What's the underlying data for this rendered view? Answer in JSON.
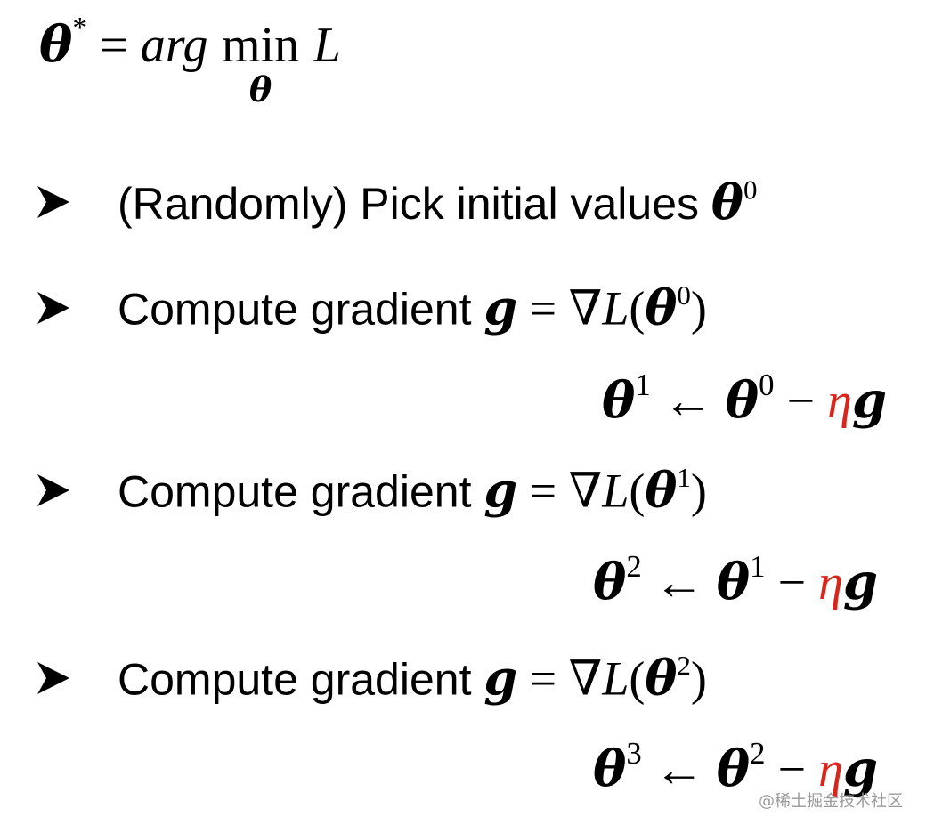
{
  "objective": {
    "theta": "θ",
    "star": "*",
    "equals": " = ",
    "arg": "arg",
    "min": "min",
    "min_sub": "θ",
    "loss": "L"
  },
  "steps": [
    {
      "label": "(Randomly) Pick initial values ",
      "theta": "θ",
      "superscript": "0"
    },
    {
      "label": "Compute gradient ",
      "g": "g",
      "equals": " = ",
      "nabla": "∇",
      "loss": "L",
      "open_paren": "(",
      "theta": "θ",
      "superscript": "0",
      "close_paren": ")"
    },
    {
      "label": "Compute gradient ",
      "g": "g",
      "equals": " = ",
      "nabla": "∇",
      "loss": "L",
      "open_paren": "(",
      "theta": "θ",
      "superscript": "1",
      "close_paren": ")"
    },
    {
      "label": "Compute gradient ",
      "g": "g",
      "equals": " = ",
      "nabla": "∇",
      "loss": "L",
      "open_paren": "(",
      "theta": "θ",
      "superscript": "2",
      "close_paren": ")"
    }
  ],
  "updates": [
    {
      "lhs_theta": "θ",
      "lhs_sup": "1",
      "arrow": "←",
      "rhs_theta": "θ",
      "rhs_sup": "0",
      "minus": "−",
      "eta": "η",
      "g": "g"
    },
    {
      "lhs_theta": "θ",
      "lhs_sup": "2",
      "arrow": "←",
      "rhs_theta": "θ",
      "rhs_sup": "1",
      "minus": "−",
      "eta": "η",
      "g": "g"
    },
    {
      "lhs_theta": "θ",
      "lhs_sup": "3",
      "arrow": "←",
      "rhs_theta": "θ",
      "rhs_sup": "2",
      "minus": "−",
      "eta": "η",
      "g": "g"
    }
  ],
  "colors": {
    "text": "#000000",
    "eta": "#d9261c",
    "watermark": "#9a9a9a"
  },
  "icons": {
    "bullet": "arrowhead-bullet-icon"
  },
  "watermark": "@稀土掘金技术社区"
}
